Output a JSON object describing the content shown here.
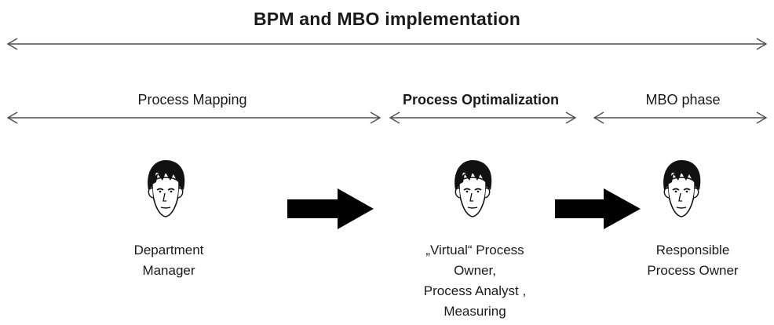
{
  "title": "BPM and MBO implementation",
  "phases": [
    {
      "label": "Process Mapping"
    },
    {
      "label": "Process Optimalization"
    },
    {
      "label": "MBO phase"
    }
  ],
  "roles": [
    {
      "label": "Department\nManager"
    },
    {
      "label": "„Virtual“ Process\nOwner,\nProcess Analyst ,\nMeasuring"
    },
    {
      "label": "Responsible\nProcess Owner"
    }
  ],
  "icons": {
    "person": "person-face-icon",
    "flow": "thick-right-arrow-icon"
  },
  "colors": {
    "text": "#1a1a1a",
    "line": "#4d4d4d",
    "arrow": "#000000",
    "skin": "#ffffff",
    "hair": "#111111"
  }
}
